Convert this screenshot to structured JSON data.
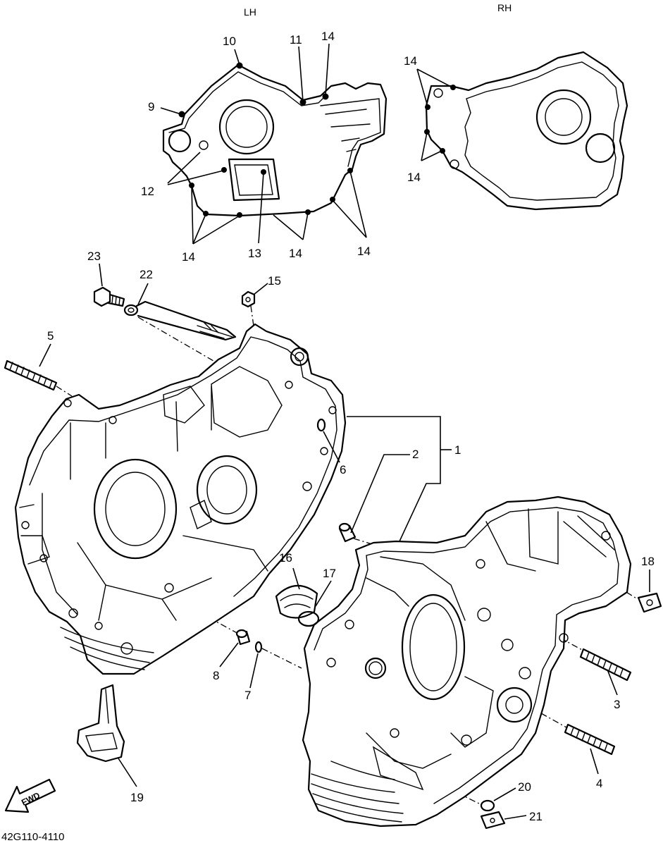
{
  "panel_labels": {
    "lh": "LH",
    "rh": "RH"
  },
  "lh_gasket_callouts": {
    "n9": "9",
    "n10": "10",
    "n11": "11",
    "n12": "12",
    "n13": "13",
    "n14_top": "14",
    "n14_bottom_left": "14",
    "n14_bottom_middle": "14",
    "n14_bottom_right": "14"
  },
  "rh_gasket_callouts": {
    "n14_top": "14",
    "n14_bottom": "14"
  },
  "part_callouts": {
    "n1": "1",
    "n2": "2",
    "n3": "3",
    "n4": "4",
    "n5": "5",
    "n6": "6",
    "n7": "7",
    "n8": "8",
    "n15": "15",
    "n16": "16",
    "n17": "17",
    "n18": "18",
    "n19": "19",
    "n20": "20",
    "n21": "21",
    "n22": "22",
    "n23": "23"
  },
  "fwd_arrow_label": "FWD",
  "diagram_code": "42G110-4110",
  "colors": {
    "ink": "#000000",
    "paper": "#ffffff"
  }
}
